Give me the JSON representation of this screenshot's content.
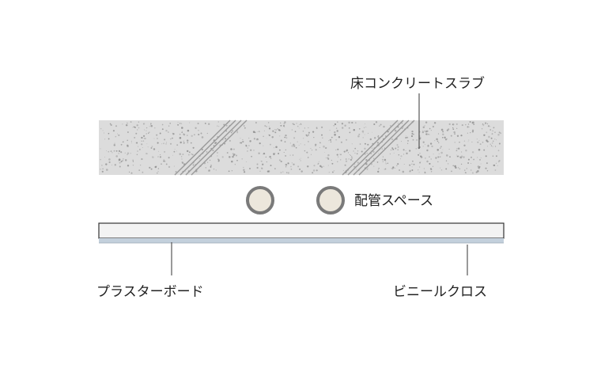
{
  "labels": {
    "slab": "床コンクリートスラブ",
    "pipe_space": "配管スペース",
    "plaster_board": "プラスターボード",
    "vinyl_cloth": "ビニールクロス"
  },
  "colors": {
    "slab_fill": "#dcdcdc",
    "slab_speckle": "#8a8a8a",
    "pipe_fill": "#ece7dc",
    "pipe_stroke": "#7a7a7a",
    "board_fill": "#f3f3f3",
    "board_stroke": "#333333",
    "cloth_fill": "#c3d0dc",
    "leader": "#555555",
    "text": "#222222"
  }
}
